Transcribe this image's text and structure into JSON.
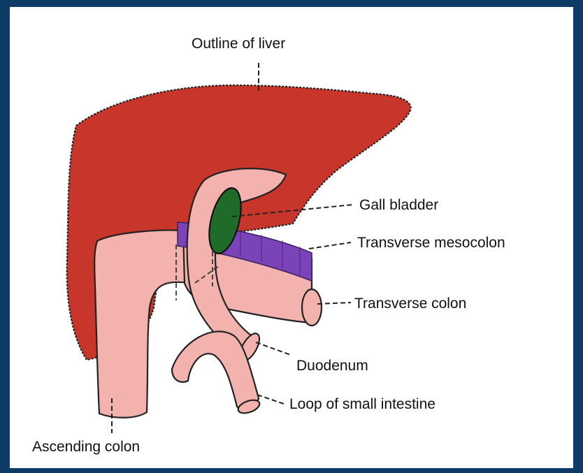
{
  "labels": {
    "outline_of_liver": "Outline of liver",
    "gall_bladder": "Gall bladder",
    "transverse_mesocolon": "Transverse mesocolon",
    "transverse_colon": "Transverse colon",
    "duodenum": "Duodenum",
    "loop_of_small_intestine": "Loop of small intestine",
    "ascending_colon": "Ascending colon"
  },
  "colors": {
    "background": "#0d3b66",
    "liver": "#c8352b",
    "intestine": "#f3b2ad",
    "gall_bladder": "#1f6b2a",
    "mesocolon": "#7a43b8"
  }
}
